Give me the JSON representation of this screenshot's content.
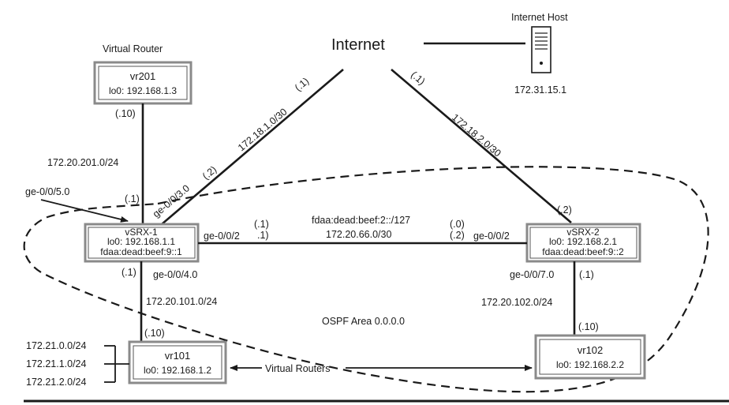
{
  "internet": {
    "label": "Internet"
  },
  "internet_host": {
    "title": "Internet Host",
    "ip": "172.31.15.1",
    "icon": "server-icon"
  },
  "virtual_router_caption": "Virtual Router",
  "vr201": {
    "name": "vr201",
    "lo0": "lo0: 192.168.1.3"
  },
  "vsrx1": {
    "name": "vSRX-1",
    "lo0": "lo0: 192.168.1.1",
    "v6": "fdaa:dead:beef:9::1"
  },
  "vsrx2": {
    "name": "vSRX-2",
    "lo0": "lo0: 192.168.2.1",
    "v6": "fdaa:dead:beef:9::2"
  },
  "vr101": {
    "name": "vr101",
    "lo0": "lo0: 192.168.1.2"
  },
  "vr102": {
    "name": "vr102",
    "lo0": "lo0: 192.168.2.2"
  },
  "links": {
    "vr201_host": "(.10)",
    "vr201_net": "172.20.201.0/24",
    "vr201_vsrx1_host": "(.1)",
    "vsrx1_ge050": "ge-0/0/5.0",
    "inet1_net": "172.18.1.0/30",
    "inet1_top": "(.1)",
    "inet1_bottom": "(.2)",
    "vsrx1_ge030": "ge-0/0/3.0",
    "inet2_top": "(.1)",
    "inet2_net": "172.18.2.0/30",
    "inet2_bottom": "(.2)",
    "mid_v6_net": "fdaa:dead:beef:2::/127",
    "mid_v4_net": "172.20.66.0/30",
    "mid_left_v6": "(.1)",
    "mid_left_v4": ".1)",
    "mid_right_v6": "(.0)",
    "mid_right_v4": "(.2)",
    "vsrx1_ge002": "ge-0/0/2",
    "vsrx2_ge002": "ge-0/0/2",
    "vsrx1_down_host": "(.1)",
    "vsrx1_ge040": "ge-0/0/4.0",
    "vr101_net": "172.20.101.0/24",
    "vr101_host": "(.10)",
    "vsrx2_ge070": "ge-0/0/7.0",
    "vsrx2_down_host": "(.1)",
    "vr102_net": "172.20.102.0/24",
    "vr102_host": "(.10)"
  },
  "ospf_area": "OSPF Area 0.0.0.0",
  "virtual_routers_label": "Virtual Routers",
  "vr101_subnets": [
    "172.21.0.0/24",
    "172.21.1.0/24",
    "172.21.2.0/24"
  ]
}
